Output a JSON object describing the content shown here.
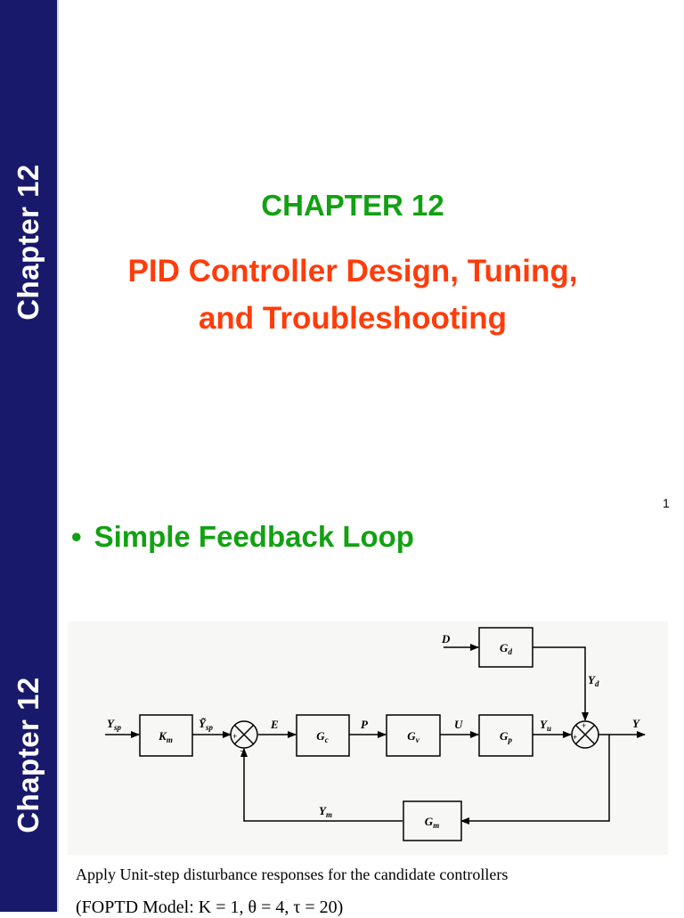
{
  "slide1": {
    "sidebar_label": "Chapter 12",
    "chapter_heading": "CHAPTER 12",
    "title_line1": "PID Controller Design, Tuning,",
    "title_line2": "and Troubleshooting",
    "page_number": "1"
  },
  "slide2": {
    "sidebar_label": "Chapter 12",
    "bullet_symbol": "•",
    "bullet_text": "Simple Feedback Loop",
    "diagram": {
      "blocks": [
        "Km",
        "Gc",
        "Gv",
        "Gp",
        "Gd",
        "Gm"
      ],
      "signals": [
        "Ysp",
        "Ỹsp",
        "E",
        "P",
        "U",
        "Yu",
        "Yd",
        "Y",
        "D",
        "Ym"
      ]
    },
    "caption_line1": "Apply Unit-step disturbance responses for the candidate controllers",
    "caption_line2": "(FOPTD Model: K = 1, θ = 4, τ = 20)"
  },
  "colors": {
    "sidebar": "#19196b",
    "heading_green": "#12a112",
    "title_red": "#ff3c0a"
  }
}
